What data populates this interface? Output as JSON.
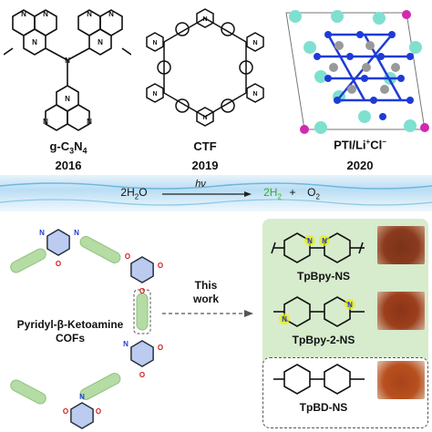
{
  "top": {
    "gcn": {
      "name": "g-C",
      "sub1": "3",
      "mid": "N",
      "sub2": "4",
      "year": "2016"
    },
    "ctf": {
      "name": "CTF",
      "year": "2019"
    },
    "pti": {
      "name_a": "PTI/Li",
      "sup1": "+",
      "name_b": "Cl",
      "sup2": "−",
      "year": "2020"
    }
  },
  "reaction": {
    "reactant_a": "2H",
    "reactant_sub": "2",
    "reactant_b": "O",
    "hv": "hν",
    "product1_a": "2H",
    "product1_sub": "2",
    "plus": "+",
    "product2_a": "O",
    "product2_sub": "2"
  },
  "bottom": {
    "cof_line1": "Pyridyl-β-Ketoamine",
    "cof_line2": "COFs",
    "arrow_label_1": "This",
    "arrow_label_2": "work",
    "materials": [
      {
        "name": "TpBpy-NS",
        "photo_color": "#8b3a1e"
      },
      {
        "name": "TpBpy-2-NS",
        "photo_color": "#9c3f1c"
      },
      {
        "name": "TpBD-NS",
        "photo_color": "#b8501f"
      }
    ]
  },
  "colors": {
    "green_panel": "#d6eccd",
    "linker_green": "#b5dca4",
    "atom_blue": "#1f3bd6",
    "atom_teal": "#7fe0d0",
    "atom_magenta": "#d02ab0",
    "product_green": "#3aaa35",
    "highlight_yellow": "#f0f000"
  }
}
